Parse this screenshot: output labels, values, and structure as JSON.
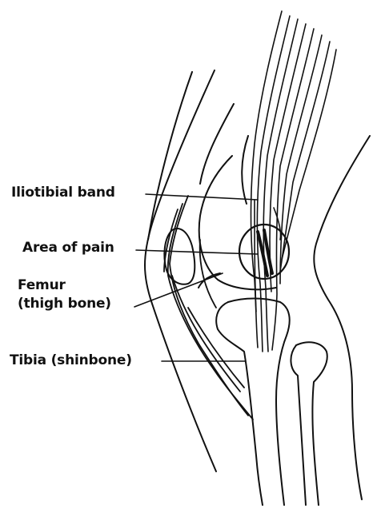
{
  "labels": {
    "iliotibial_band": "Iliotibial band",
    "area_of_pain": "Area of pain",
    "femur_line1": "Femur",
    "femur_line2": "(thigh bone)",
    "tibia": "Tibia (shinbone)"
  },
  "colors": {
    "ink": "#111111",
    "background": "#ffffff"
  }
}
